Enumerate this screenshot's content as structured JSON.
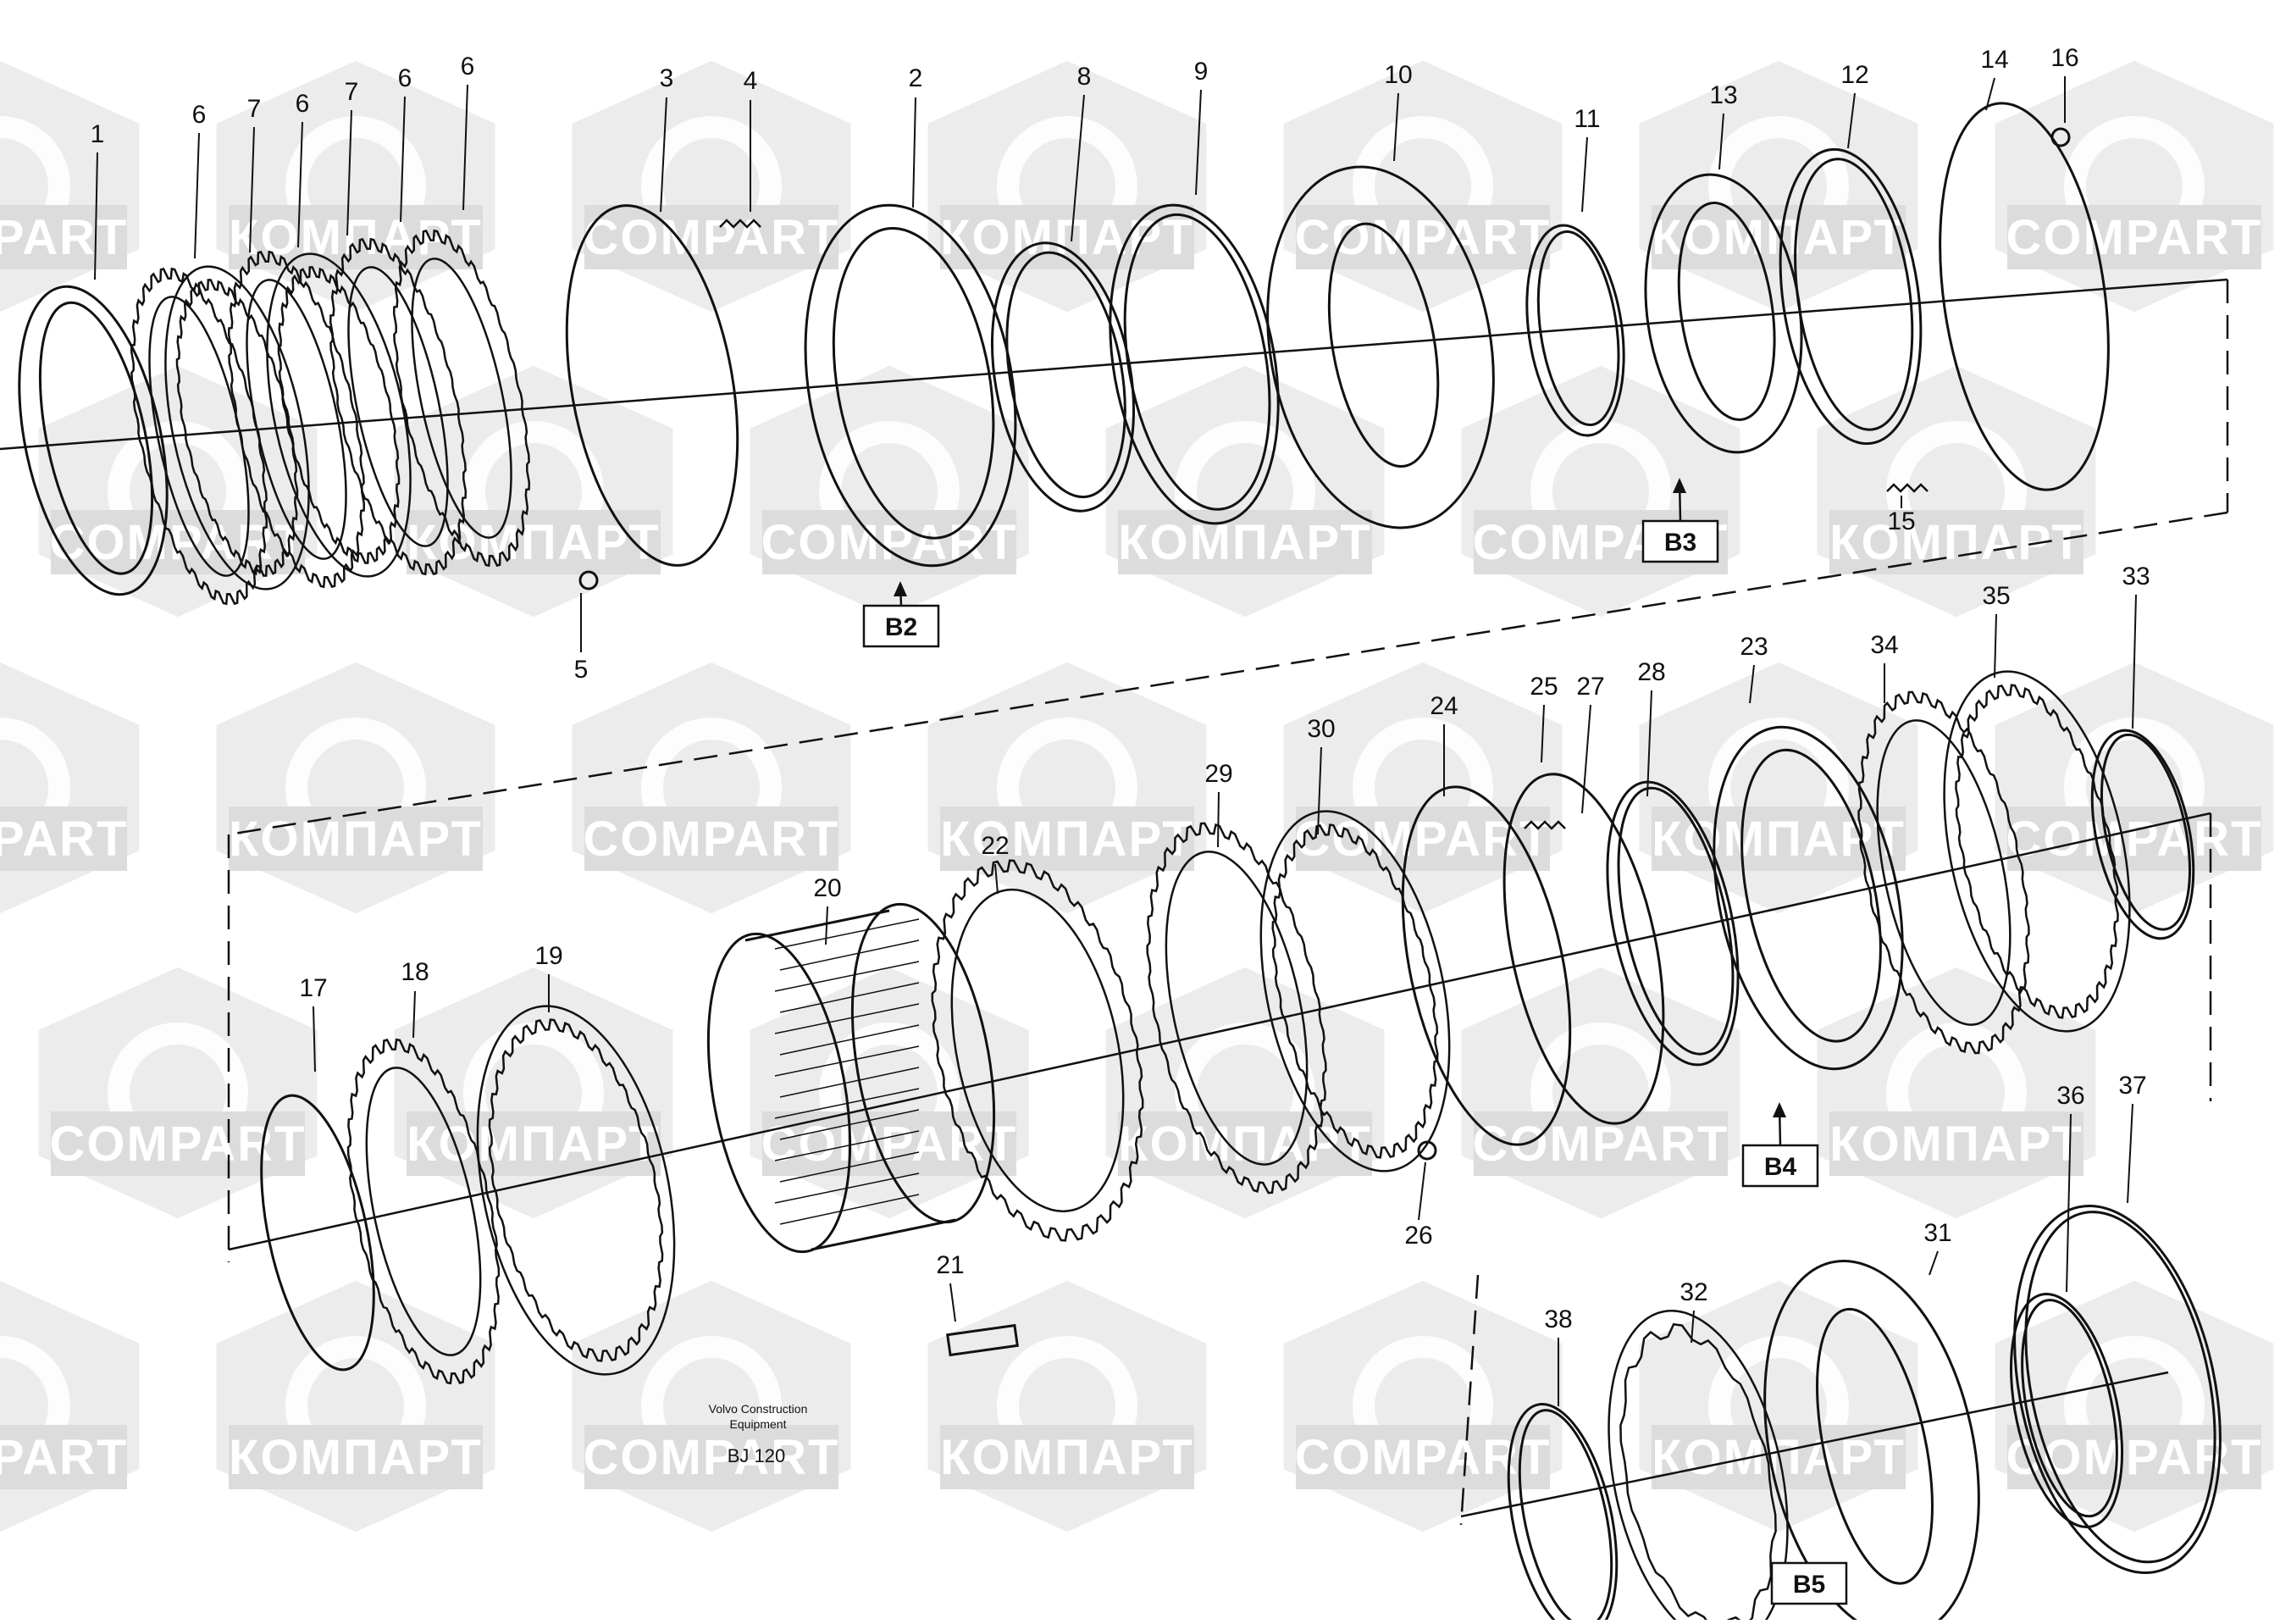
{
  "watermark": {
    "latin": "COMPART",
    "cyrillic": "КОМПАРТ",
    "color": "#dcdcdc"
  },
  "callouts": [
    "1",
    "2",
    "3",
    "4",
    "5",
    "6",
    "7",
    "8",
    "9",
    "10",
    "11",
    "12",
    "13",
    "14",
    "15",
    "16",
    "17",
    "18",
    "19",
    "20",
    "21",
    "22",
    "23",
    "24",
    "25",
    "26",
    "27",
    "28",
    "29",
    "30",
    "31",
    "32",
    "33",
    "34",
    "35",
    "36",
    "37",
    "38"
  ],
  "ref_boxes": [
    "B2",
    "B3",
    "B4",
    "B5"
  ],
  "footer": {
    "line1": "Volvo Construction",
    "line2": "Equipment",
    "code": "BJ 120"
  },
  "colors": {
    "ink": "#111111",
    "watermark": "#dcdcdc",
    "background": "#ffffff"
  }
}
